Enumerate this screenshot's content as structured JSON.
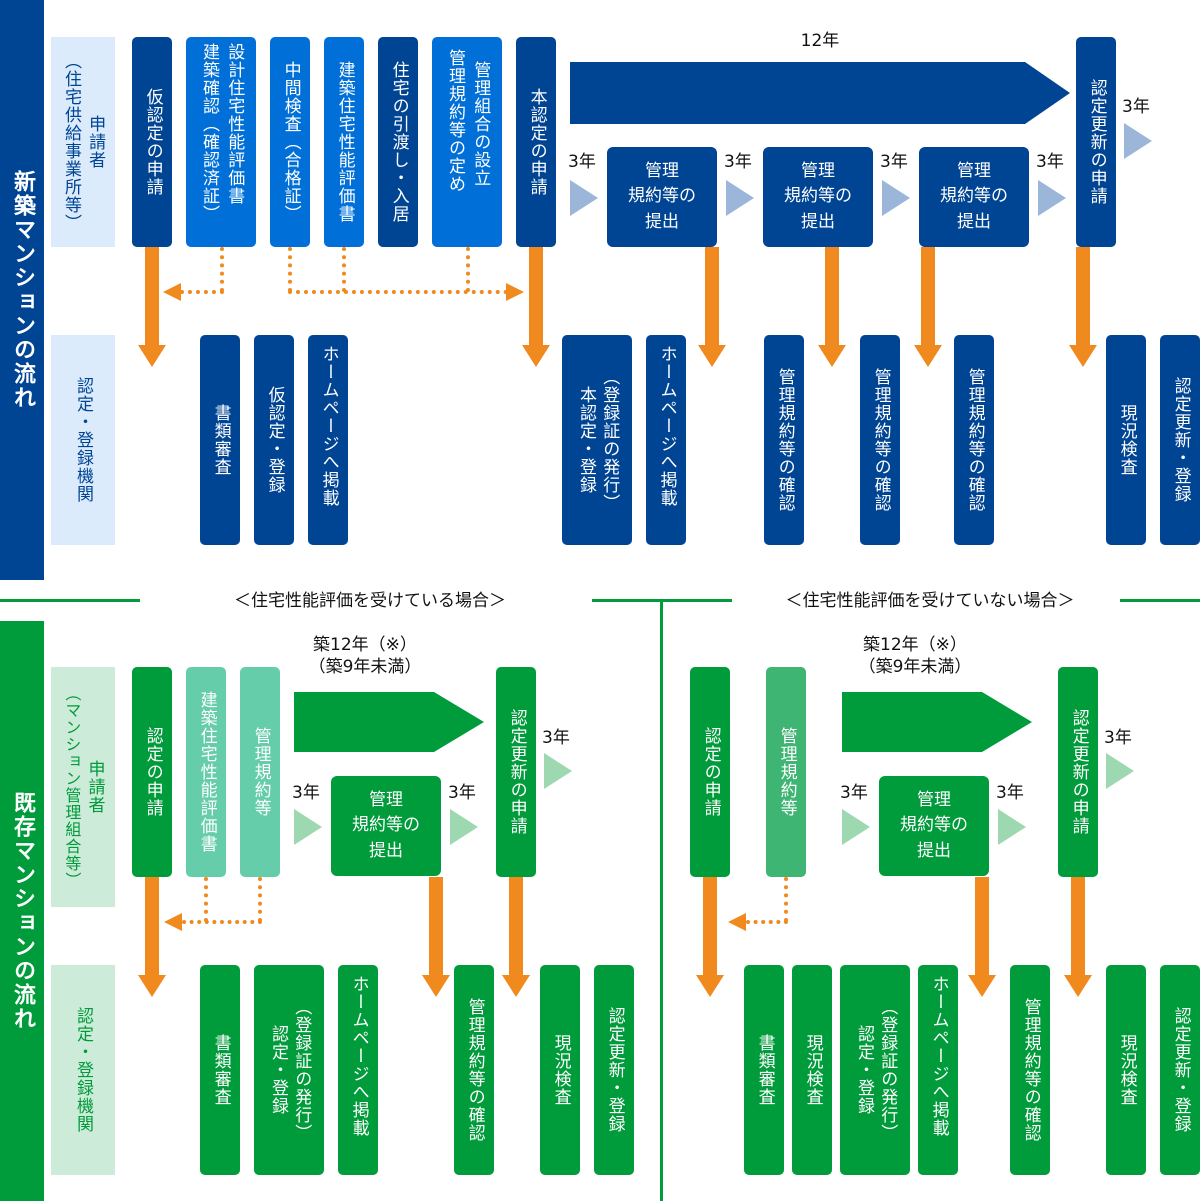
{
  "new_building": {
    "section_title": "新築マンションの流れ",
    "applicant_label": {
      "main": "申請者",
      "sub": "（住宅供給事業所等）"
    },
    "agency_label": "認定・登録機関",
    "duration_main": "12年",
    "applicant_steps": [
      {
        "label": "仮認定の申請"
      },
      {
        "label": "設計住宅性能評価書",
        "label2": "建築確認（確認済証）"
      },
      {
        "label": "中間検査（合格証）"
      },
      {
        "label": "建築住宅性能評価書"
      },
      {
        "label": "住宅の引渡し・入居"
      },
      {
        "label": "管理組合の設立",
        "label2": "管理規約等の定め"
      },
      {
        "label": "本認定の申請"
      }
    ],
    "submissions": [
      "管理\n規約等の\n提出",
      "管理\n規約等の\n提出",
      "管理\n規約等の\n提出"
    ],
    "interval_label": "3年",
    "renewal_application": "認定更新の申請",
    "agency_steps": [
      {
        "label": "書類審査"
      },
      {
        "label": "仮認定・登録"
      },
      {
        "label": "ホームページへ掲載"
      },
      {
        "label": "（登録証の発行）",
        "label2": "本認定・登録"
      },
      {
        "label": "ホームページへ掲載"
      },
      {
        "label": "管理規約等の確認"
      },
      {
        "label": "管理規約等の確認"
      },
      {
        "label": "管理規約等の確認"
      },
      {
        "label": "現況検査"
      },
      {
        "label": "認定更新・登録"
      }
    ]
  },
  "existing_building": {
    "section_title": "既存マンションの流れ",
    "applicant_label": {
      "main": "申請者",
      "sub": "（マンション管理組合等）"
    },
    "agency_label": "認定・登録機関",
    "interval_label": "3年",
    "case_with_eval": {
      "heading": "＜住宅性能評価を受けている場合＞",
      "duration_line1": "築12年（※）",
      "duration_line2": "（築9年未満）",
      "applicant_steps": [
        {
          "label": "認定の申請"
        },
        {
          "label": "建築住宅性能評価書"
        },
        {
          "label": "管理規約等"
        }
      ],
      "submission": "管理\n規約等の\n提出",
      "renewal_application": "認定更新の申請",
      "agency_steps": [
        {
          "label": "書類審査"
        },
        {
          "label": "（登録証の発行）",
          "label2": "認定・登録"
        },
        {
          "label": "ホームページへ掲載"
        },
        {
          "label": "管理規約等の確認"
        },
        {
          "label": "現況検査"
        },
        {
          "label": "認定更新・登録"
        }
      ]
    },
    "case_without_eval": {
      "heading": "＜住宅性能評価を受けていない場合＞",
      "duration_line1": "築12年（※）",
      "duration_line2": "（築9年未満）",
      "applicant_steps": [
        {
          "label": "認定の申請"
        },
        {
          "label": "管理規約等"
        }
      ],
      "submission": "管理\n規約等の\n提出",
      "renewal_application": "認定更新の申請",
      "agency_steps": [
        {
          "label": "書類審査"
        },
        {
          "label": "現況検査"
        },
        {
          "label": "（登録証の発行）",
          "label2": "認定・登録"
        },
        {
          "label": "ホームページへ掲載"
        },
        {
          "label": "管理規約等の確認"
        },
        {
          "label": "現況検査"
        },
        {
          "label": "認定更新・登録"
        }
      ]
    }
  },
  "colors": {
    "navy": "#004494",
    "blue": "#0070d8",
    "green": "#009b3a",
    "mint": "#66cdaa",
    "orange": "#f08a1e"
  }
}
